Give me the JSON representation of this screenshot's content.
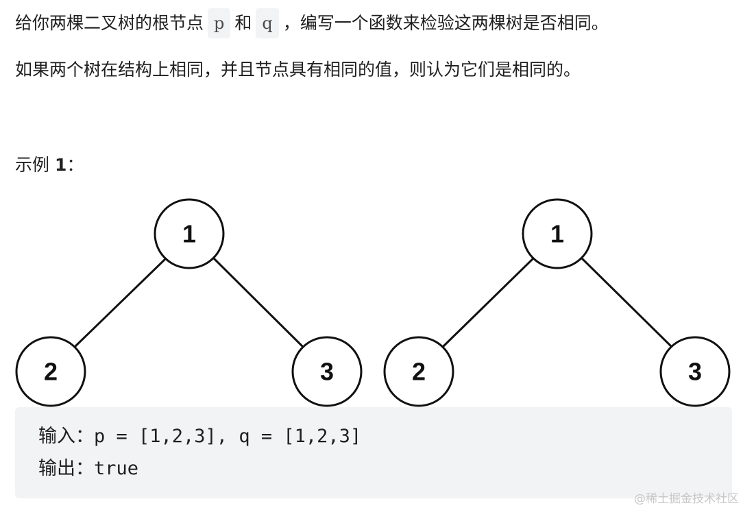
{
  "paragraph1": {
    "before_p": "给你两棵二叉树的根节点",
    "p_code": "p",
    "between": "和",
    "q_code": "q",
    "after_q": "，编写一个函数来检验这两棵树是否相同。"
  },
  "paragraph2": "如果两个树在结构上相同，并且节点具有相同的值，则认为它们是相同的。",
  "example": {
    "label_prefix": "示例 ",
    "label_number": "1",
    "label_suffix": "：",
    "trees": [
      {
        "root": "1",
        "left": "2",
        "right": "3"
      },
      {
        "root": "1",
        "left": "2",
        "right": "3"
      }
    ],
    "input_line": "输入：p = [1,2,3], q = [1,2,3]",
    "output_line": "输出：true"
  },
  "watermark": "@稀土掘金技术社区"
}
